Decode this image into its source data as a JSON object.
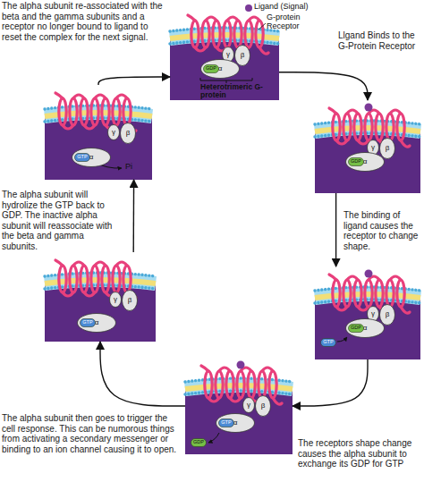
{
  "diagram": {
    "nodes": [
      {
        "text": [
          "The alpha subunit re-associated with the beta and the gamma subunits and a receptor no longer bound to ligand to reset the complex for the next signal."
        ]
      },
      {
        "text": [
          "γ"
        ],
        "in": 0
      },
      {
        "text": [
          "β"
        ],
        "in": 0
      },
      {
        "text": [
          "α"
        ],
        "in": 0
      },
      {
        "text": [
          "GDP"
        ],
        "in": 3
      },
      {
        "text": [
          "Llgand Binds to the G-Protein Receptor"
        ]
      },
      {
        "text": [
          "γ"
        ],
        "in": 5
      },
      {
        "text": [
          "β"
        ],
        "in": 5
      },
      {
        "text": [
          "α"
        ],
        "in": 5
      },
      {
        "text": [
          "GDP"
        ],
        "in": 8
      },
      {
        "text": [
          "The binding of ligand causes the receptor to change shape."
        ]
      },
      {
        "text": [
          "γ"
        ],
        "in": 10
      },
      {
        "text": [
          "β"
        ],
        "in": 10
      },
      {
        "text": [
          "α"
        ],
        "in": 10
      },
      {
        "text": [
          "GDP"
        ],
        "in": 13
      },
      {
        "text": [
          "GTP"
        ],
        "in": 10
      },
      {
        "text": [
          "The receptors shape change causes the alpha subunit to exchange its GDP for GTP"
        ]
      },
      {
        "text": [
          "γ"
        ],
        "in": 16
      },
      {
        "text": [
          "β"
        ],
        "in": 16
      },
      {
        "text": [
          "α"
        ],
        "in": 16
      },
      {
        "text": [
          "GTP"
        ],
        "in": 19
      },
      {
        "text": [
          "GDP"
        ],
        "in": 16
      },
      {
        "text": [
          "The alpha subunit then goes to trigger the cell response. This can be numorous things from activating a secondary messenger or binding to an ion channel causing it to open."
        ]
      },
      {
        "text": [
          "γ"
        ],
        "in": 22
      },
      {
        "text": [
          "β"
        ],
        "in": 22
      },
      {
        "text": [
          "α"
        ],
        "in": 22
      },
      {
        "text": [
          "GTP"
        ],
        "in": 25
      },
      {
        "text": [
          "The alpha subunit will hydrolize the GTP back to GDP. The inactive alpha subunit will reassociate with the beta and gamma subunits."
        ]
      },
      {
        "text": [
          "γ"
        ],
        "in": 27
      },
      {
        "text": [
          "β"
        ],
        "in": 27
      },
      {
        "text": [
          "α"
        ],
        "in": 27
      },
      {
        "text": [
          "GTP"
        ],
        "in": 30
      }
    ],
    "edges": [
      {
        "from": 0,
        "to": 5,
        "arrow": "to"
      },
      {
        "from": 5,
        "to": 10,
        "arrow": "to"
      },
      {
        "from": 10,
        "to": 16,
        "arrow": "to"
      },
      {
        "from": 16,
        "to": 22,
        "arrow": "to"
      },
      {
        "from": 22,
        "to": 27,
        "arrow": "to"
      },
      {
        "from": 27,
        "to": 0,
        "arrow": "to"
      }
    ],
    "labels": [
      "Ligand (Signal)",
      "G-protein Receptor",
      "Heterotrimeric G-protein",
      "Pi"
    ]
  }
}
